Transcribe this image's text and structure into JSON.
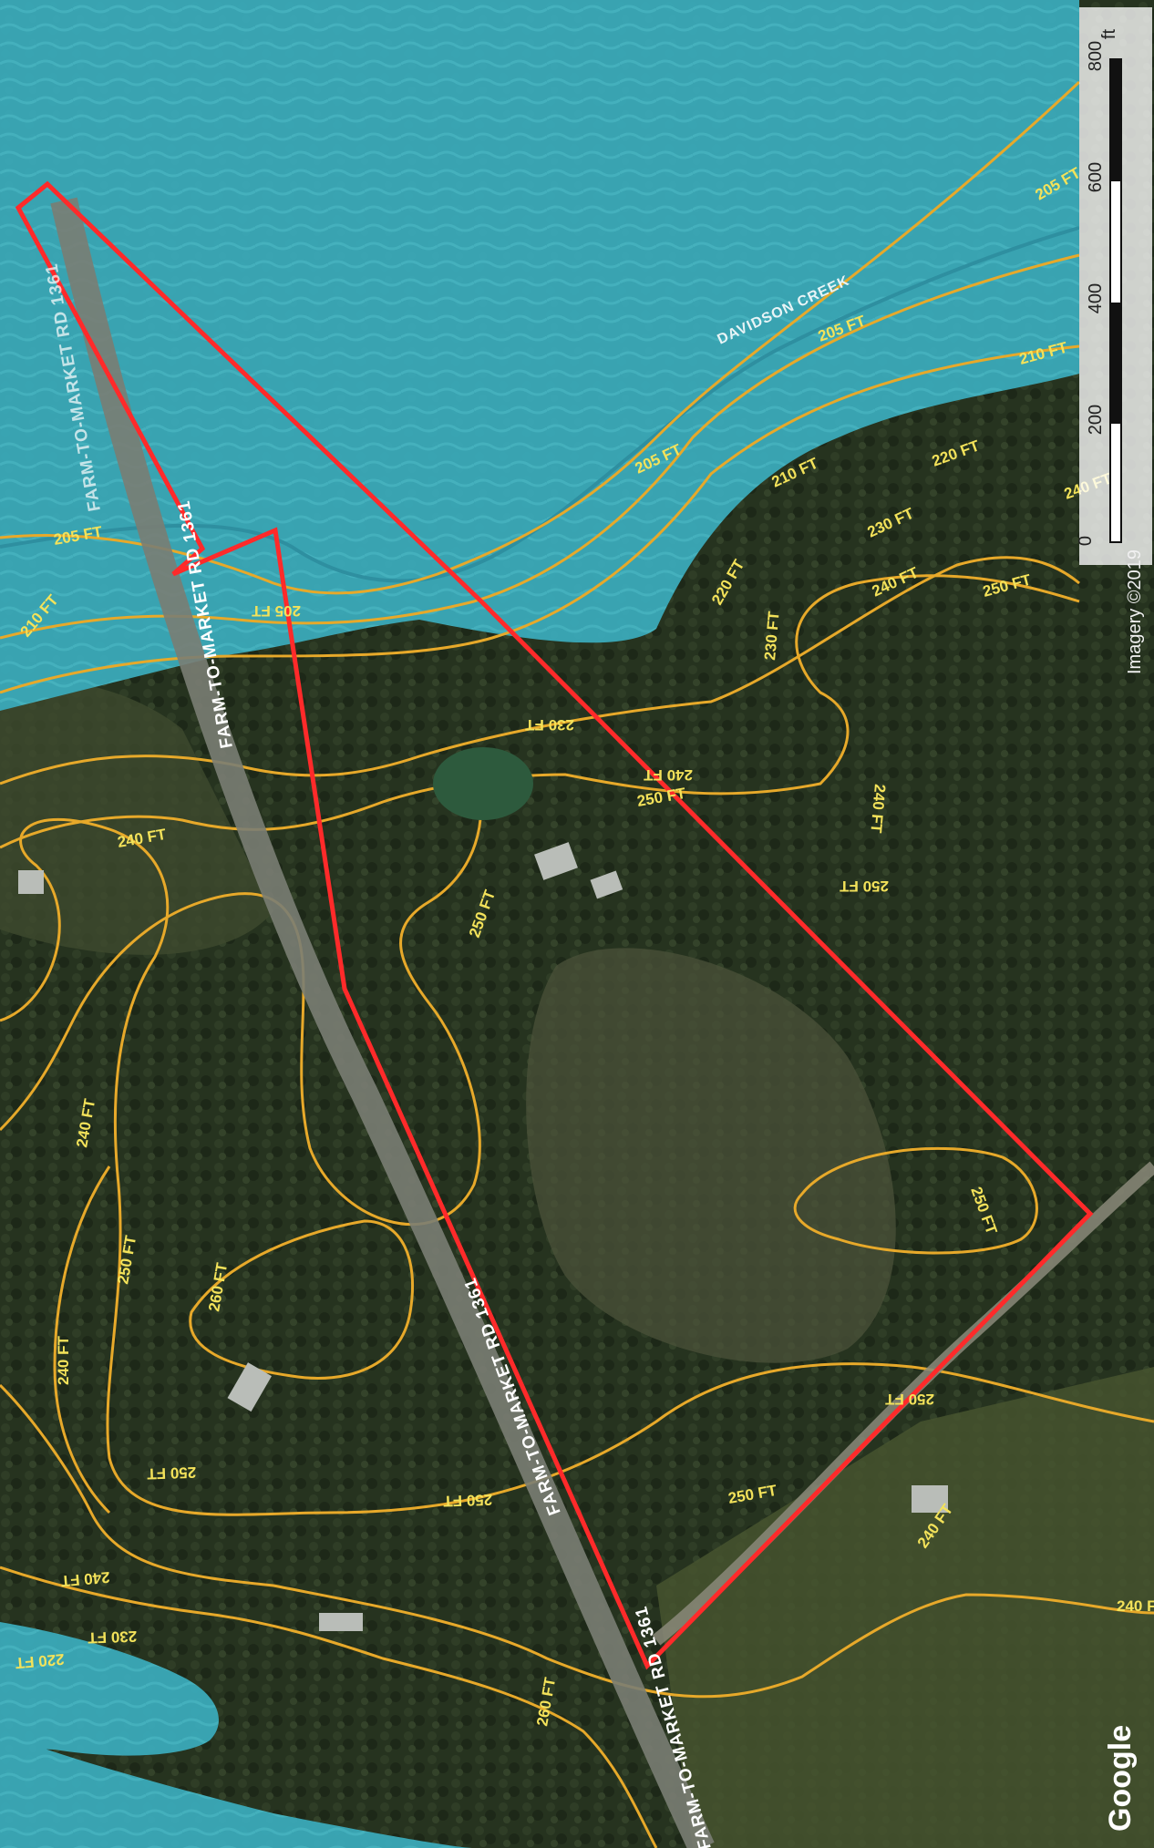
{
  "map": {
    "contour_labels": [
      "205 FT",
      "205 FT",
      "205 FT",
      "205 FT",
      "205 FT",
      "210 FT",
      "210 FT",
      "210 FT",
      "220 FT",
      "220 FT",
      "220 FT",
      "230 FT",
      "230 FT",
      "230 FT",
      "230 FT",
      "240 FT",
      "240 FT",
      "240 FT",
      "240 FT",
      "240 FT",
      "240 FT",
      "240 FT",
      "240 FT",
      "240 FT",
      "240 FT",
      "250 FT",
      "250 FT",
      "250 FT",
      "250 FT",
      "250 FT",
      "250 FT",
      "250 FT",
      "250 FT",
      "250 FT",
      "250 FT",
      "260 FT",
      "260 FT"
    ],
    "road_label": "FARM-TO-MARKET RD 1361",
    "creek_label": "DAVIDSON CREEK",
    "scale": {
      "unit": "ft",
      "ticks": [
        "0",
        "200",
        "400",
        "600",
        "800"
      ]
    },
    "imagery_credit": "Imagery ©2019",
    "attribution": "Google",
    "colors": {
      "parcel_outline": "#ff2a2a",
      "contour": "#e7a92a",
      "floodplain": "#3fb3c3",
      "contour_label": "#f3e25a"
    }
  }
}
